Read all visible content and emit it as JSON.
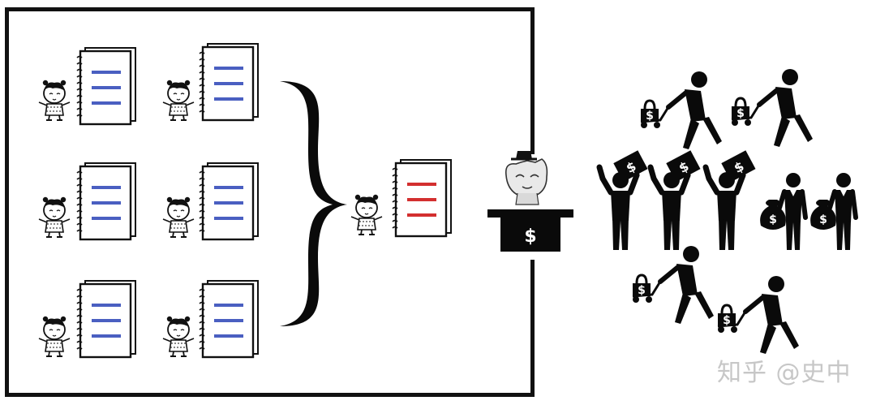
{
  "watermark": "知乎 @史中",
  "colors": {
    "frame": "#111111",
    "notebook_lines_left": "#4a5fc1",
    "notebook_lines_center": "#d32f2f",
    "figure": "#0a0a0a",
    "watermark": "#c7c7c7"
  },
  "sign_symbol": "$",
  "counter_symbol": "$",
  "bag_symbol": "$",
  "icons": {
    "worker": "kid-character-icon",
    "notebook": "spiral-notebook-icon",
    "merged_notebook": "red-lined-notebook-icon",
    "seller": "cat-vendor-at-counter-icon",
    "buyers": [
      "person-pulling-cart-icon",
      "person-holding-dollar-sign-icon",
      "person-with-money-bag-icon"
    ]
  },
  "left_pairs_count": 6,
  "buyers_with_signs_count": 3,
  "buyers_with_bags_count": 2,
  "buyers_with_carts_count": 4
}
